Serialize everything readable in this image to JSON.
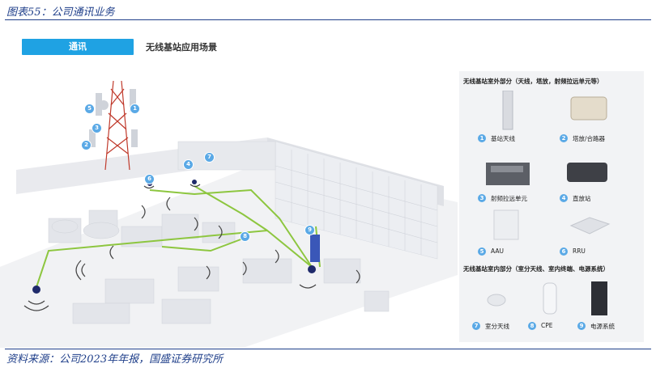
{
  "figure_title": "图表55：公司通讯业务",
  "section_badge": "通讯",
  "scene_title": "无线基站应用场景",
  "outdoor_header": "无线基站室外部分（天线，塔放，射频拉远单元等）",
  "indoor_header": "无线基站室内部分（室分天线、室内终端、电源系统）",
  "outdoor_items": [
    {
      "num": "1",
      "label": "基站天线"
    },
    {
      "num": "2",
      "label": "塔放/合路器"
    },
    {
      "num": "3",
      "label": "射频拉远单元"
    },
    {
      "num": "4",
      "label": "直放站"
    },
    {
      "num": "5",
      "label": "AAU"
    },
    {
      "num": "6",
      "label": "RRU"
    }
  ],
  "indoor_items": [
    {
      "num": "7",
      "label": "室分天线"
    },
    {
      "num": "8",
      "label": "CPE"
    },
    {
      "num": "9",
      "label": "电源系统"
    }
  ],
  "scene_markers": {
    "m1": "1",
    "m2": "2",
    "m3": "3",
    "m4": "4",
    "m5": "5",
    "m6": "6",
    "m7": "7",
    "m8": "8",
    "m9": "9"
  },
  "source": "资料来源：公司2023年年报，国盛证券研究所",
  "colors": {
    "accent": "#1fa2e3",
    "title_blue": "#1f3f8a",
    "network_line": "#8dc63f",
    "marker": "#5aa9e6"
  }
}
